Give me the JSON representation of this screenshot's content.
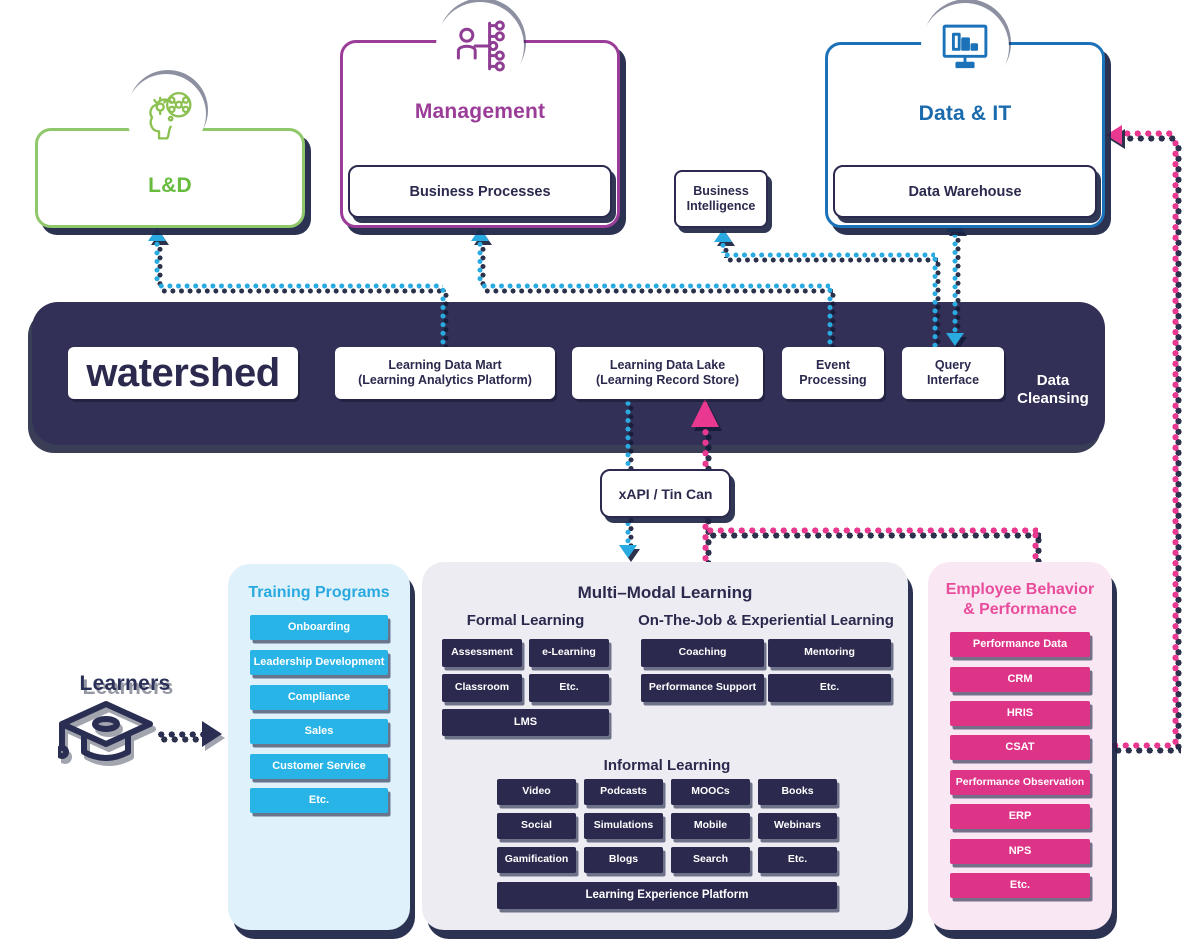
{
  "colors": {
    "navy": "#2B2A4E",
    "band": "#323056",
    "cyan_arrow": "#29ABE2",
    "pink_arrow": "#E9388F",
    "green": "#8CC152",
    "purple": "#9A3C98",
    "blue": "#1C72B8",
    "training_tile": "#29B4E7",
    "training_bg": "#DFF2FB",
    "employee_tile": "#DE3488",
    "employee_bg": "#FAE7F4",
    "multimodal_bg": "#ECECF2"
  },
  "icons": {
    "lnd": "head-with-idea-network-icon",
    "management": "person-org-chart-icon",
    "data_it": "monitor-bar-chart-icon",
    "learners": "graduation-cap-icon"
  },
  "top_row": {
    "lnd": {
      "label": "L&D"
    },
    "management": {
      "label": "Management",
      "process_box": "Business Processes"
    },
    "business_intelligence": {
      "line1": "Business",
      "line2": "Intelligence"
    },
    "data_it": {
      "label": "Data & IT",
      "warehouse_box": "Data Warehouse"
    }
  },
  "platform_band": {
    "logo": "watershed",
    "data_mart": {
      "line1": "Learning Data Mart",
      "line2": "(Learning Analytics Platform)"
    },
    "data_lake": {
      "line1": "Learning Data Lake",
      "line2": "(Learning Record Store)"
    },
    "event_processing": {
      "line1": "Event",
      "line2": "Processing"
    },
    "query_interface": {
      "line1": "Query",
      "line2": "Interface"
    },
    "data_cleansing": {
      "line1": "Data",
      "line2": "Cleansing"
    }
  },
  "xapi_label": "xAPI / Tin Can",
  "learners_label": "Learners",
  "training_programs": {
    "header": "Training Programs",
    "items": [
      "Onboarding",
      "Leadership Development",
      "Compliance",
      "Sales",
      "Customer Service",
      "Etc."
    ]
  },
  "multi_modal": {
    "title": "Multi–Modal Learning",
    "formal": {
      "header": "Formal Learning",
      "items": [
        "Assessment",
        "e-Learning",
        "Classroom",
        "Etc."
      ],
      "wide_item": "LMS"
    },
    "on_the_job": {
      "header": "On-The-Job & Experiential Learning",
      "items": [
        "Coaching",
        "Mentoring",
        "Performance Support",
        "Etc."
      ]
    },
    "informal": {
      "header": "Informal Learning",
      "items": [
        "Video",
        "Podcasts",
        "MOOCs",
        "Books",
        "Social",
        "Simulations",
        "Mobile",
        "Webinars",
        "Gamification",
        "Blogs",
        "Search",
        "Etc."
      ],
      "wide_item": "Learning Experience Platform"
    }
  },
  "employee_behavior": {
    "header_line1": "Employee Behavior",
    "header_line2": "& Performance",
    "items": [
      "Performance Data",
      "CRM",
      "HRIS",
      "CSAT",
      "Performance Observation",
      "ERP",
      "NPS",
      "Etc."
    ]
  }
}
